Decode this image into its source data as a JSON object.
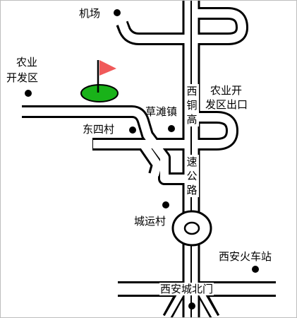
{
  "labels": {
    "airport": "机场",
    "agri_zone_line1": "农业",
    "agri_zone_line2": "开发区",
    "agri_exit_line1": "农业开",
    "agri_exit_line2": "发区出口",
    "caotan": "草滩镇",
    "dongsi": "东四村",
    "chengyun": "城运村",
    "railway_station": "西安火车站",
    "north_gate": "西安城北门",
    "highway_col1": [
      "西",
      "铜",
      "高"
    ],
    "highway_col2": [
      "速",
      "公",
      "路"
    ]
  },
  "colors": {
    "road_outline": "#000000",
    "road_fill": "#ffffff",
    "flag": "#f05a5a",
    "green": "#19b219",
    "point": "#000000"
  },
  "icons": [
    "flag-icon",
    "green-icon",
    "location-dot-icon"
  ]
}
